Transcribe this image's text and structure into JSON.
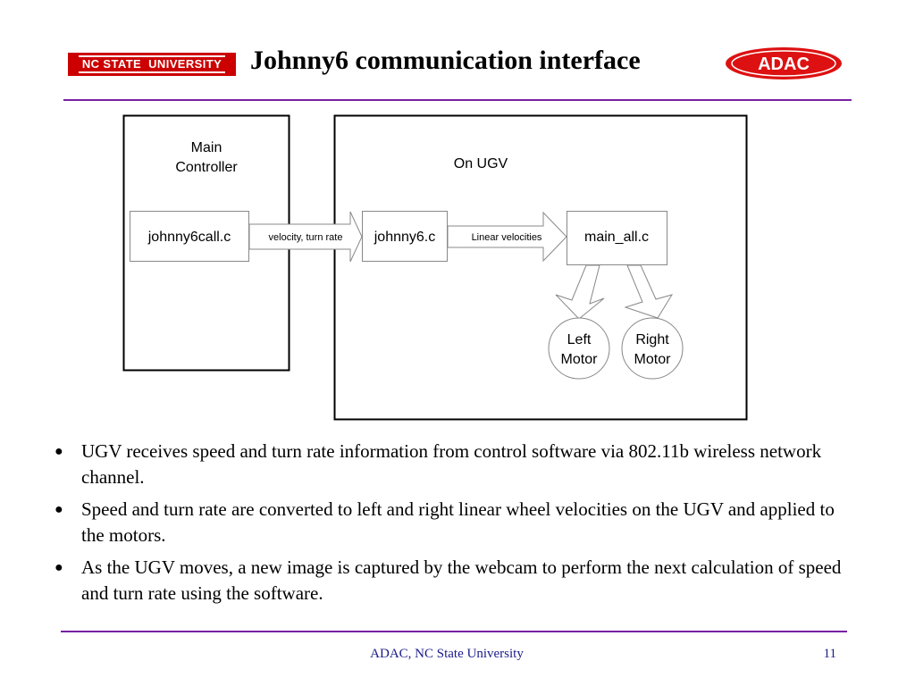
{
  "header": {
    "university_logo": "NC STATE  UNIVERSITY",
    "title": "Johnny6 communication interface",
    "org_logo": "ADAC",
    "accent_color": "#7a1fa2",
    "logo_red": "#cc0000"
  },
  "diagram": {
    "main_controller_label_line1": "Main",
    "main_controller_label_line2": "Controller",
    "ugv_label": "On UGV",
    "node_johnny6call": "johnny6call.c",
    "node_johnny6": "johnny6.c",
    "node_main_all": "main_all.c",
    "arrow1_label": "velocity, turn rate",
    "arrow2_label": "Linear velocities",
    "left_motor_line1": "Left",
    "left_motor_line2": "Motor",
    "right_motor_line1": "Right",
    "right_motor_line2": "Motor"
  },
  "bullets": [
    "UGV receives speed and turn rate information from control software via 802.11b wireless network channel.",
    "Speed and turn rate are converted to left and right linear wheel velocities on the UGV and applied to the motors.",
    "As the UGV moves, a new image is captured by the webcam to perform the next calculation of speed and turn rate using the software."
  ],
  "footer": {
    "org": "ADAC, NC State University",
    "page_number": "11",
    "footer_color": "#1a1a8c"
  }
}
